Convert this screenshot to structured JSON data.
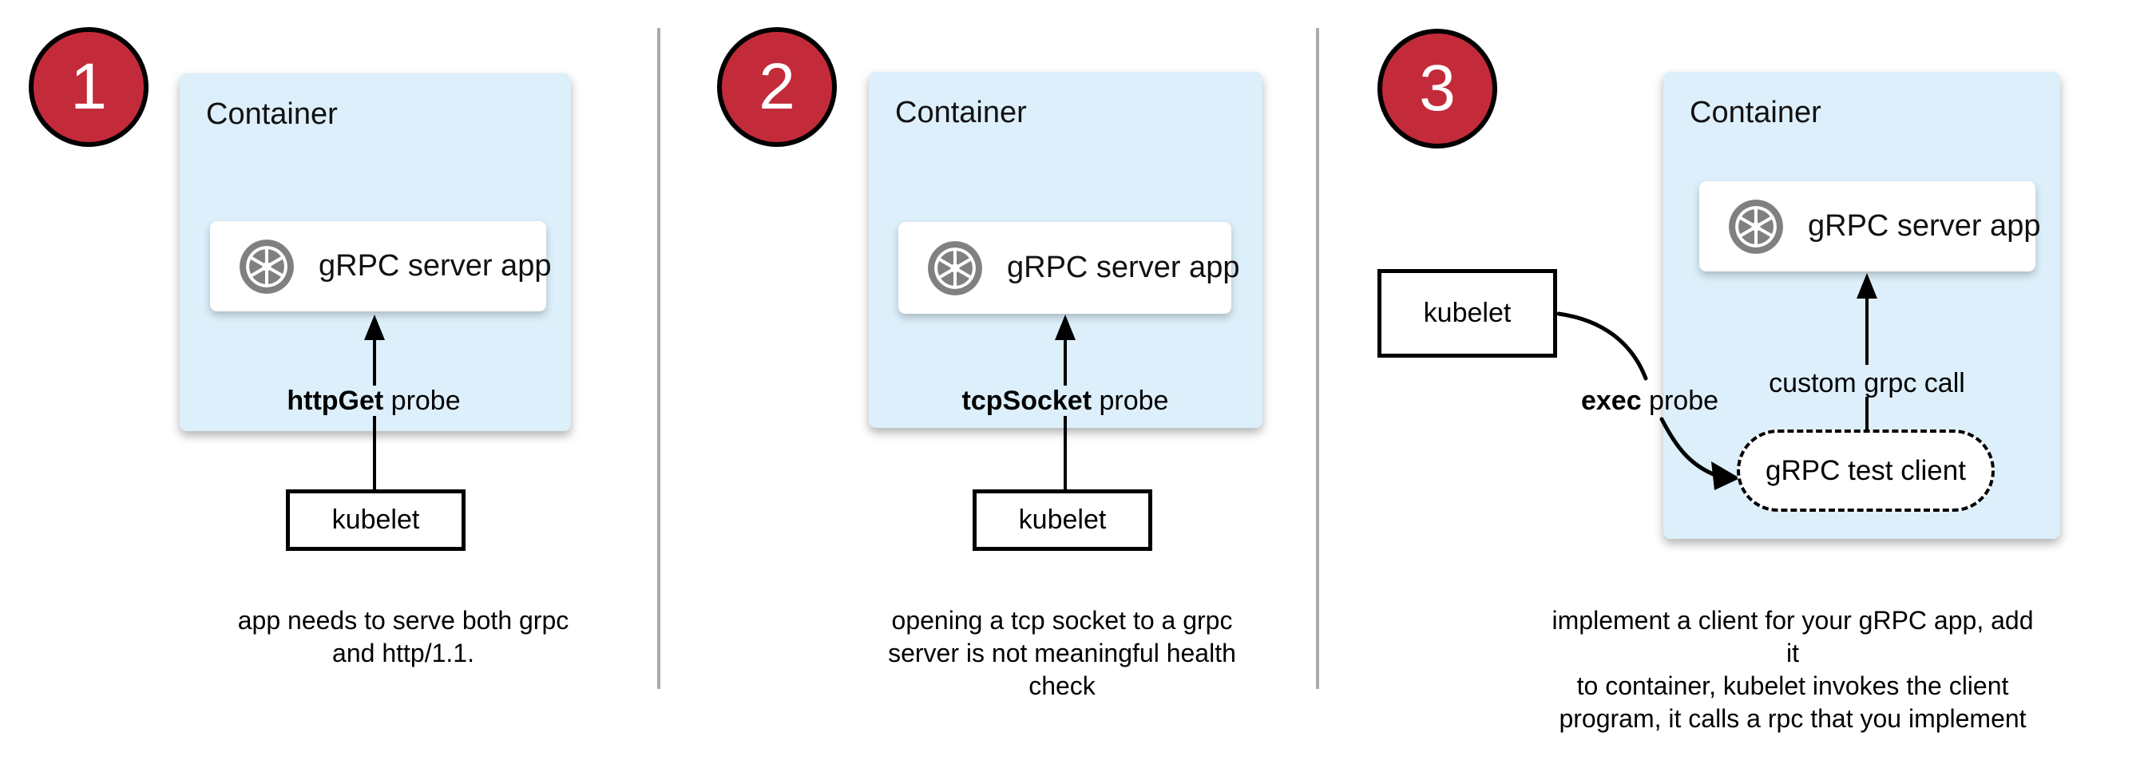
{
  "colors": {
    "container_fill": "#dceffa",
    "card_fill": "#ffffff",
    "badge_fill": "#c32b3a",
    "badge_border": "#000000",
    "divider_gray": "#ababab",
    "icon_gray": "#808080",
    "text_black": "#000000"
  },
  "panels": [
    {
      "number": "1",
      "container_label": "Container",
      "card_label": "gRPC server app",
      "card_icon": "aperture-icon",
      "probe_label_bold": "httpGet",
      "probe_label_rest": " probe",
      "kubelet_label": "kubelet",
      "caption": "app needs to serve both grpc\nand http/1.1."
    },
    {
      "number": "2",
      "container_label": "Container",
      "card_label": "gRPC server app",
      "card_icon": "aperture-icon",
      "probe_label_bold": "tcpSocket",
      "probe_label_rest": " probe",
      "kubelet_label": "kubelet",
      "caption": "opening a tcp socket to a grpc\nserver is not meaningful health\ncheck"
    },
    {
      "number": "3",
      "container_label": "Container",
      "card_label": "gRPC server app",
      "card_icon": "aperture-icon",
      "probe_label_bold": "exec",
      "probe_label_rest": " probe",
      "kubelet_label": "kubelet",
      "grpc_call_label": "custom grpc call",
      "test_client_label": "gRPC test client",
      "caption": "implement a client for your gRPC app, add it\nto container, kubelet invokes the client\nprogram, it calls a rpc that you implement"
    }
  ]
}
